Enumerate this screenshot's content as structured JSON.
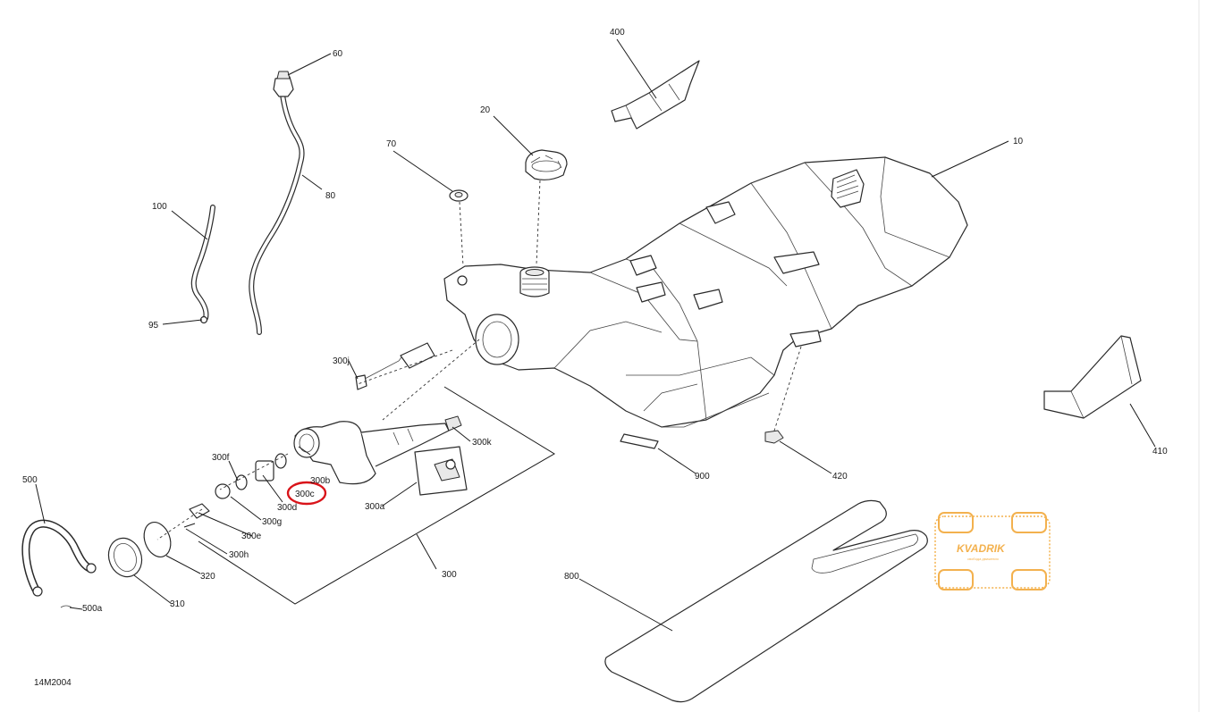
{
  "diagram": {
    "code": "14M2004",
    "callouts": {
      "c10": "10",
      "c20": "20",
      "c60": "60",
      "c70": "70",
      "c80": "80",
      "c95": "95",
      "c100": "100",
      "c300": "300",
      "c300a": "300a",
      "c300b": "300b",
      "c300c": "300c",
      "c300d": "300d",
      "c300e": "300e",
      "c300f": "300f",
      "c300g": "300g",
      "c300h": "300h",
      "c300j": "300j",
      "c300k": "300k",
      "c310": "310",
      "c320": "320",
      "c400": "400",
      "c410": "410",
      "c420": "420",
      "c500": "500",
      "c500a": "500a",
      "c800": "800",
      "c900": "900"
    },
    "highlight": {
      "part": "300c",
      "color": "#d9141a"
    }
  },
  "watermark": {
    "brand": "KVADRIK",
    "tagline": "свобода движения",
    "color": "#f2a93b"
  }
}
